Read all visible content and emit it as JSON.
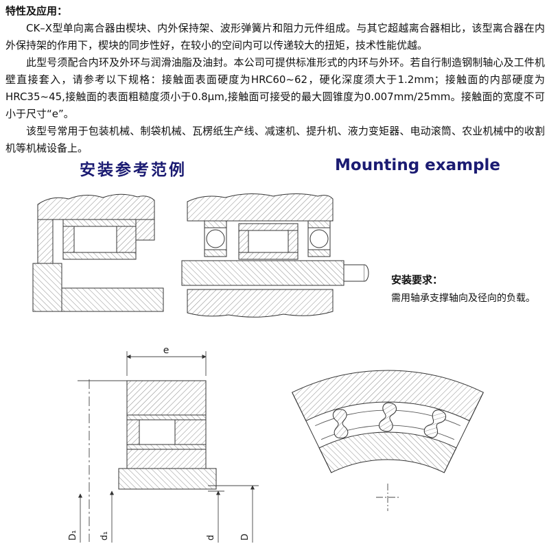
{
  "document": {
    "intro": {
      "heading": "特性及应用：",
      "paragraphs": [
        "CK–X型单向离合器由楔块、内外保持架、波形弹簧片和阻力元件组成。与其它超越离合器相比，该型离合器在内外保持架的作用下，楔块的同步性好，在较小的空间内可以传递较大的扭矩，技术性能优越。",
        "此型号须配合内环及外环与润滑油脂及油封。本公司可提供标准形式的内环与外环。若自行制造钢制轴心及工件机壁直接套入，请参考以下规格：接触面表面硬度为HRC60~62，硬化深度须大于1.2mm；接触面的内部硬度为HRC35~45,接触面的表面粗糙度须小于0.8μm,接触面可接受的最大圆锥度为0.007mm/25mm。接触面的宽度不可小于尺寸“e”。",
        "该型号常用于包装机械、制袋机械、瓦楞纸生产线、减速机、提升机、液力变矩器、电动滚筒、农业机械中的收割机等机械设备上。"
      ]
    },
    "section": {
      "title_zh": "安装参考范例",
      "title_en": "Mounting example"
    },
    "installation_note": {
      "heading": "安装要求：",
      "body": "需用轴承支撑轴向及径向的负载。"
    },
    "dimension_labels": {
      "e": "e",
      "D1": "D₁",
      "d1": "d₁",
      "d": "d",
      "D": "D"
    },
    "colors": {
      "heading_navy": "#1b1b72",
      "text_black": "#111111",
      "line": "#333333"
    }
  }
}
